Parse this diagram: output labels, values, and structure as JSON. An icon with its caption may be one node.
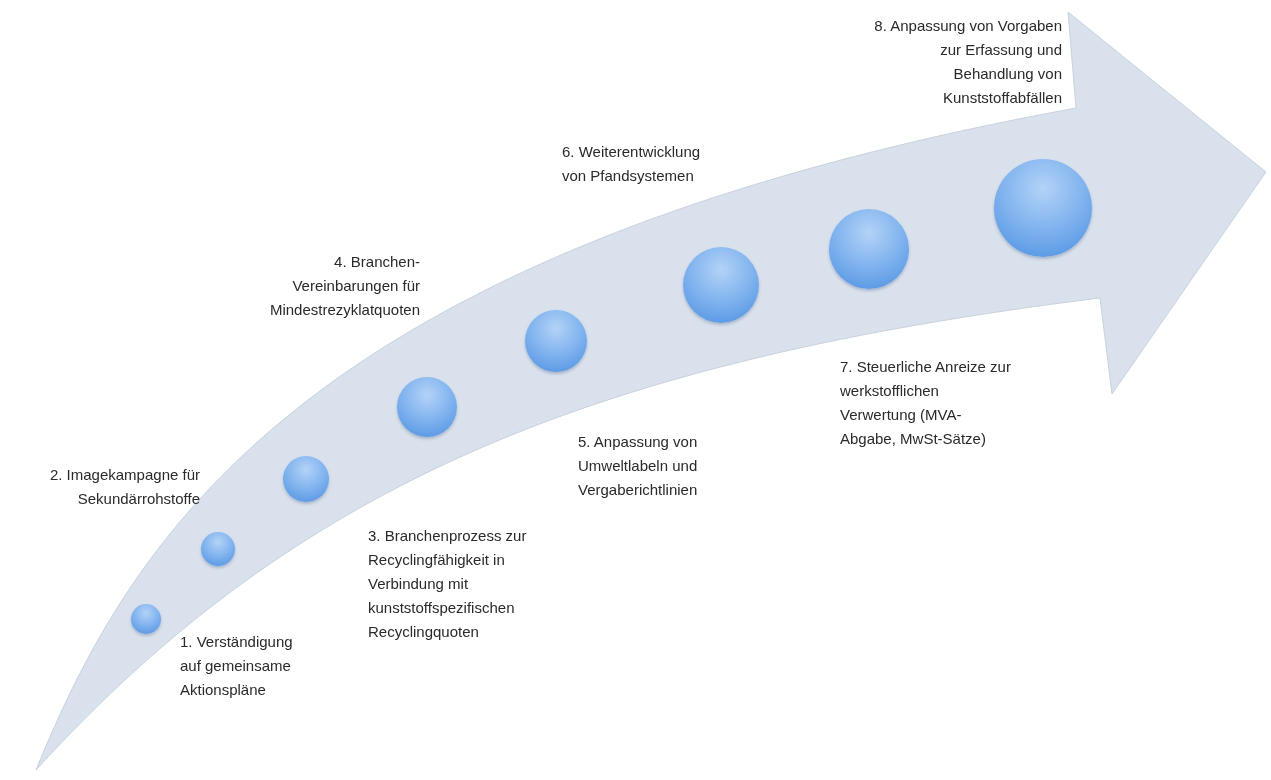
{
  "diagram": {
    "nodes": [
      {
        "text": [],
        "shape": "circle"
      },
      {
        "text": [],
        "shape": "circle"
      },
      {
        "text": [],
        "shape": "circle"
      },
      {
        "text": [],
        "shape": "circle"
      },
      {
        "text": [],
        "shape": "circle"
      },
      {
        "text": [],
        "shape": "circle"
      },
      {
        "text": [],
        "shape": "circle"
      },
      {
        "text": [],
        "shape": "circle"
      }
    ],
    "labels": [
      "1. Verständigung auf gemeinsame Aktionspläne",
      "2. Imagekampagne für Sekundärrohstoffe",
      "3. Branchenprozess zur Recyclingfähigkeit in Verbindung mit kunststoffspezifischen Recyclingquoten",
      "4. Branchen-Vereinbarungen für Mindestrezyklatquoten",
      "5. Anpassung von Umweltlabeln und Vergaberichtlinien",
      "6. Weiterentwicklung von Pfandsystemen",
      "7. Steuerliche Anreize zur werkstofflichen Verwertung (MVA-Abgabe, MwSt-Sätze)",
      "8. Anpassung von Vorgaben zur Erfassung und Behandlung von Kunststoffabfällen"
    ]
  }
}
